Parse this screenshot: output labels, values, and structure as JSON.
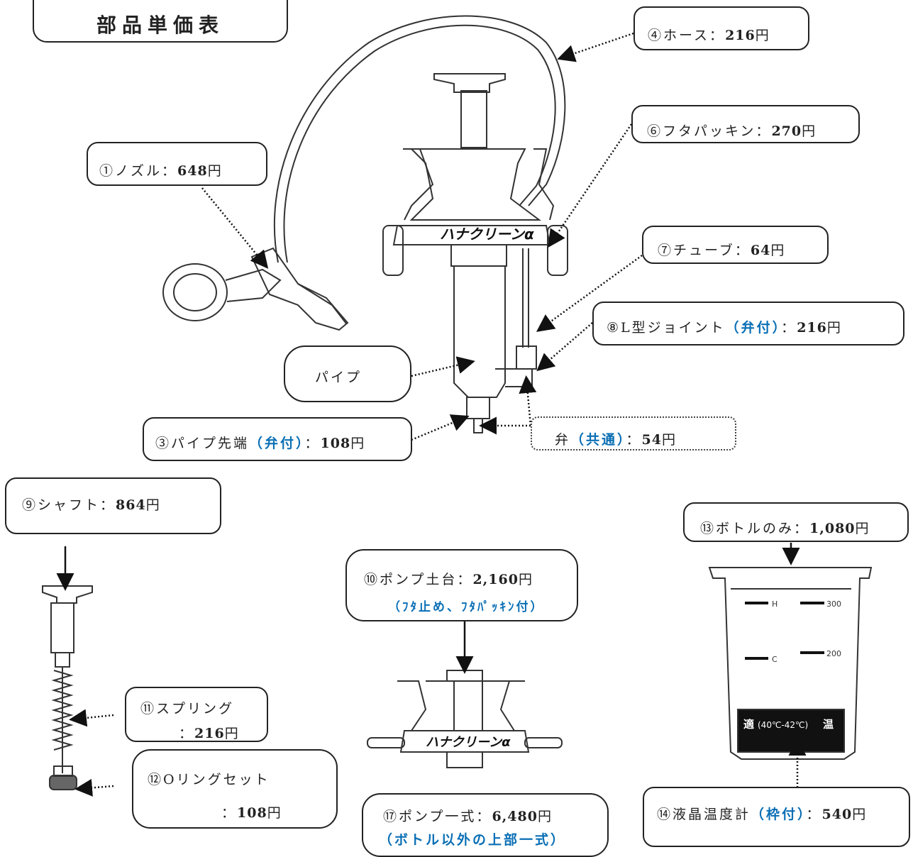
{
  "title": "部品単価表",
  "parts": {
    "p1": {
      "name": "①ノズル：",
      "price": "648",
      "yen": "円"
    },
    "p4": {
      "name": "④ホース：",
      "price": "216",
      "yen": "円"
    },
    "p6": {
      "name": "⑥フタパッキン：",
      "price": "270",
      "yen": "円"
    },
    "p7": {
      "name": "⑦チューブ：",
      "price": "64",
      "yen": "円"
    },
    "p8": {
      "name": "⑧L型ジョイント",
      "note": "（弁付）",
      "sep": "：",
      "price": "216",
      "yen": "円"
    },
    "pipe": {
      "name": "パイプ"
    },
    "p3": {
      "name": "③パイプ先端",
      "note": "（弁付）",
      "sep": "：",
      "price": "108",
      "yen": "円"
    },
    "valve": {
      "name": "弁",
      "note": "（共通）",
      "sep": "：",
      "price": "54",
      "yen": "円"
    },
    "p9": {
      "name": "⑨シャフト：",
      "price": "864",
      "yen": "円"
    },
    "p10": {
      "name": "⑩ポンプ土台：",
      "price": "2,160",
      "yen": "円",
      "note": "（ﾌﾀ止め、ﾌﾀﾊﾟｯｷﾝ付）"
    },
    "p13": {
      "name": "⑬ボトルのみ：",
      "price": "1,080",
      "yen": "円"
    },
    "p11": {
      "name": "⑪スプリング",
      "sep": "：",
      "price": "216",
      "yen": "円"
    },
    "p12": {
      "name": "⑫Oリングセット",
      "sep": "：",
      "price": "108",
      "yen": "円"
    },
    "p17": {
      "name": "⑰ポンプ一式：",
      "price": "6,480",
      "yen": "円",
      "note": "（ボトル以外の上部一式）"
    },
    "p14": {
      "name": "⑭液晶温度計",
      "note": "（枠付）",
      "sep": "：",
      "price": "540",
      "yen": "円"
    }
  },
  "product_logo": "ハナクリーンα",
  "bottle": {
    "mark_h": "H",
    "mark_c": "C",
    "mark_300": "300",
    "mark_200": "200",
    "thermo_left": "適",
    "thermo_mid": "(40℃-42℃)",
    "thermo_right": "温"
  }
}
